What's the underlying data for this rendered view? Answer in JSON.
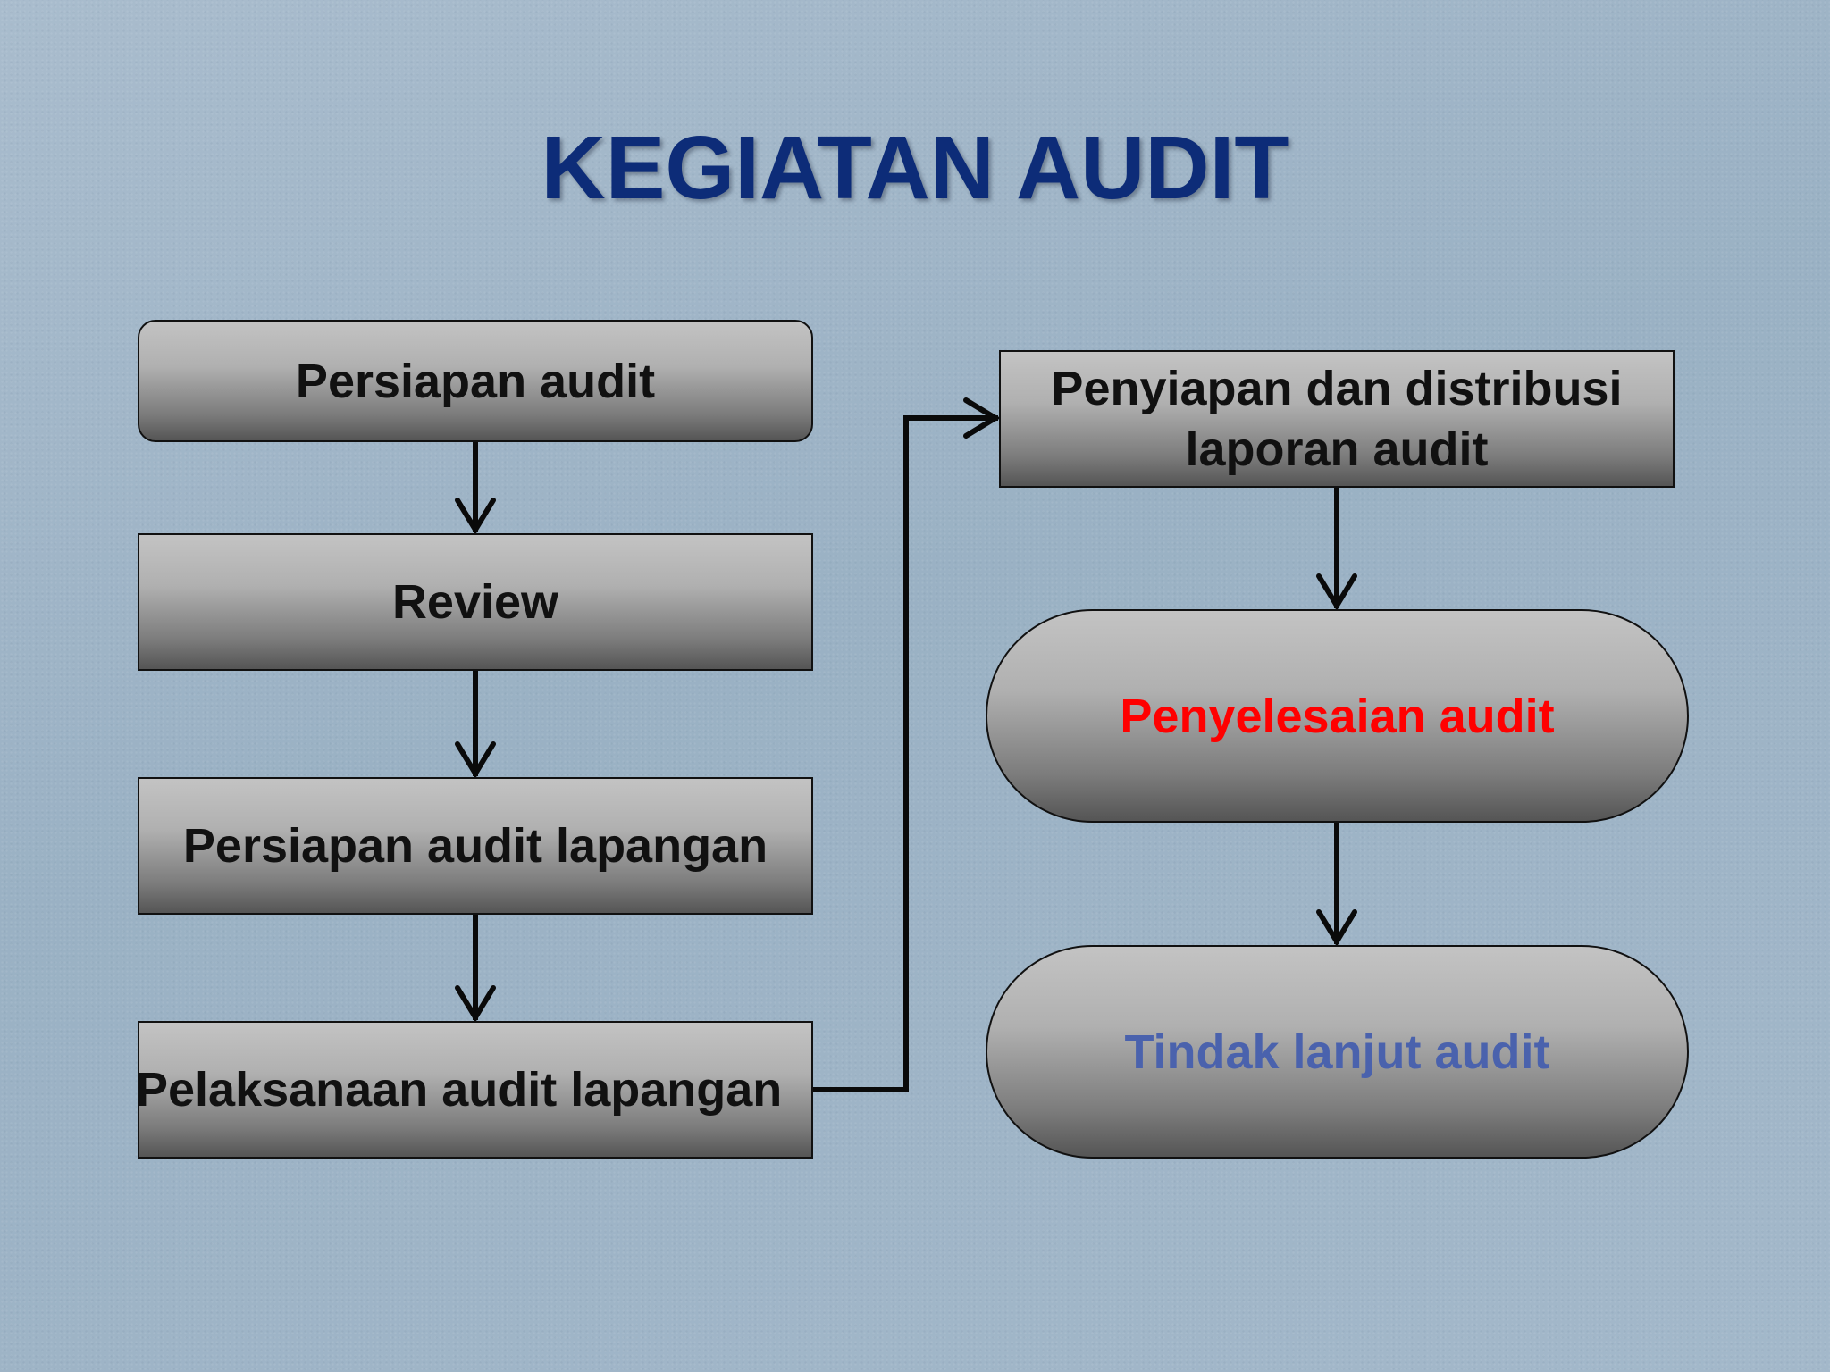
{
  "title": "KEGIATAN AUDIT",
  "colors": {
    "title": "#0d2c78",
    "box_text": "#111111",
    "highlight_red": "#ff0000",
    "highlight_blue": "#4a62ad",
    "connector": "#0a0a0a"
  },
  "steps": [
    {
      "label": "Persiapan audit"
    },
    {
      "label": "Review"
    },
    {
      "label": "Persiapan audit lapangan"
    },
    {
      "label": "Pelaksanaan audit lapangan"
    },
    {
      "label": "Penyiapan dan distribusi laporan audit"
    },
    {
      "label": "Penyelesaian audit",
      "color": "#ff0000"
    },
    {
      "label": "Tindak lanjut  audit",
      "color": "#4a62ad"
    }
  ]
}
